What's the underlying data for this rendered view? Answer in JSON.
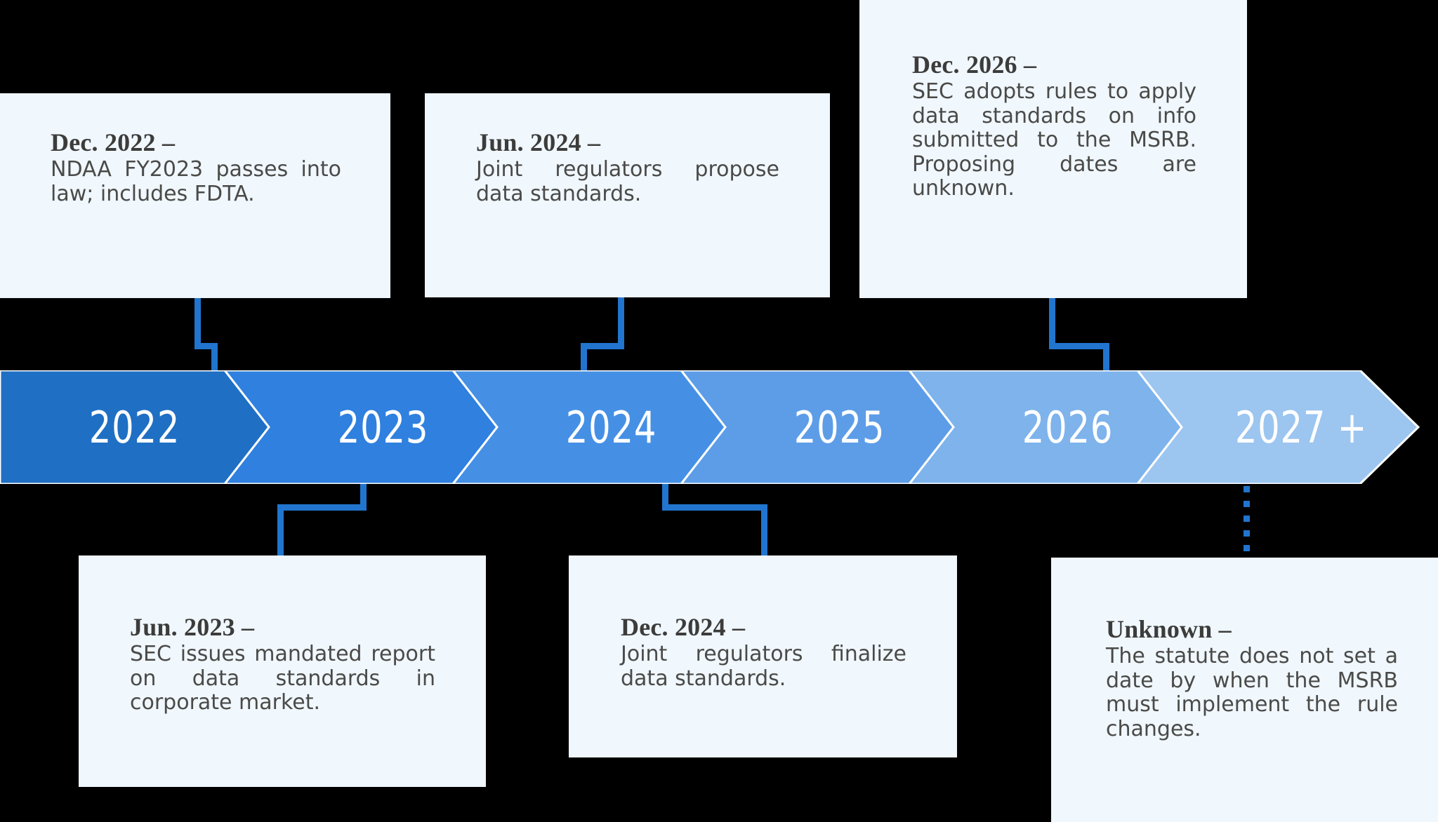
{
  "diagram": {
    "type": "timeline",
    "background_color": "#000000",
    "card_background": "#F0F7FD",
    "connector_color": "#2175CE",
    "title_color": "#3C3C3B",
    "body_color": "#4A4A48",
    "label_color": "#FFFFFF"
  },
  "timeline_bar": {
    "segments": [
      {
        "label": "2022",
        "color": "#1F6FC4"
      },
      {
        "label": "2023",
        "color": "#2F80DF"
      },
      {
        "label": "2024",
        "color": "#4590E5"
      },
      {
        "label": "2025",
        "color": "#5D9DE8"
      },
      {
        "label": "2026",
        "color": "#7EB3EC"
      },
      {
        "label": "2027 +",
        "color": "#9CC5F0"
      }
    ]
  },
  "cards": {
    "top": [
      {
        "title": "Dec. 2022 –",
        "body": "NDAA FY2023 passes into law; includes FDTA.",
        "anchor_year": "2022"
      },
      {
        "title": "Jun. 2024 –",
        "body": "Joint regulators propose data standards.",
        "anchor_year": "2024"
      },
      {
        "title": "Dec. 2026 –",
        "body": "SEC adopts rules to apply data standards on info submitted to the MSRB. Proposing dates are unknown.",
        "anchor_year": "2026"
      }
    ],
    "bottom": [
      {
        "title": "Jun. 2023 –",
        "body": "SEC issues mandated report on data standards in corporate market.",
        "anchor_year": "2023"
      },
      {
        "title": "Dec. 2024 –",
        "body": "Joint regulators finalize data standards.",
        "anchor_year": "2024"
      },
      {
        "title": "Unknown –",
        "body": "The statute does not set a date by when the MSRB must implement the rule changes.",
        "anchor_year": "2027 +"
      }
    ]
  }
}
